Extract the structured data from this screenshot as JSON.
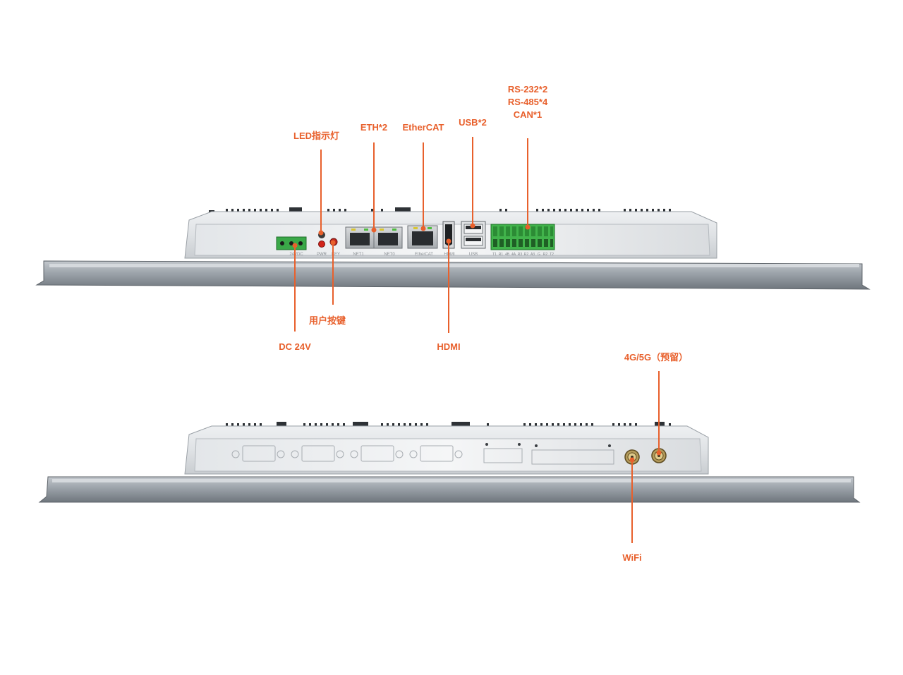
{
  "callouts": {
    "led": "LED指示灯",
    "eth": "ETH*2",
    "ethercat": "EtherCAT",
    "usb": "USB*2",
    "serial": [
      "RS-232*2",
      "RS-485*4",
      "CAN*1"
    ],
    "user_key": "用户按键",
    "dc": "DC 24V",
    "hdmi": "HDMI",
    "antenna_4g5g": "4G/5G（预留）",
    "wifi": "WiFi"
  },
  "panel_labels": {
    "dc_port": "24VDC",
    "pwr": "PWR",
    "key": "KEY",
    "net1": "NET1",
    "net0": "NET0",
    "ethercat_port": "EtherCAT",
    "hdmi_port": "HDMI",
    "usb_port": "USB",
    "terminal_pins": [
      "T1",
      "R1",
      "4B",
      "4A",
      "R3",
      "R2",
      "A3",
      "G",
      "R2",
      "T2"
    ]
  },
  "colors": {
    "accent": "#e8602c",
    "terminal_green": "#3fb04a",
    "chassis": "#d4d7da"
  }
}
